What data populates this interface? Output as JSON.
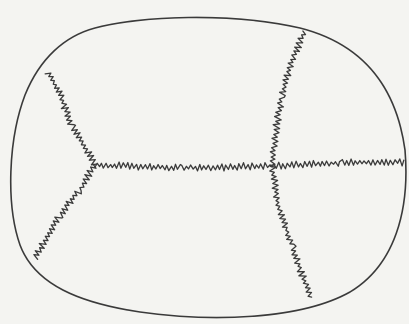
{
  "diagram": {
    "subject": "skull-vault-top-view",
    "colors": {
      "background": "#f4f4f1",
      "ink": "#3a3a3a"
    },
    "parts": [
      "skull-outline",
      "sagittal-suture",
      "left-anterior-suture",
      "left-posterior-suture",
      "right-anterior-suture",
      "right-posterior-suture"
    ]
  }
}
